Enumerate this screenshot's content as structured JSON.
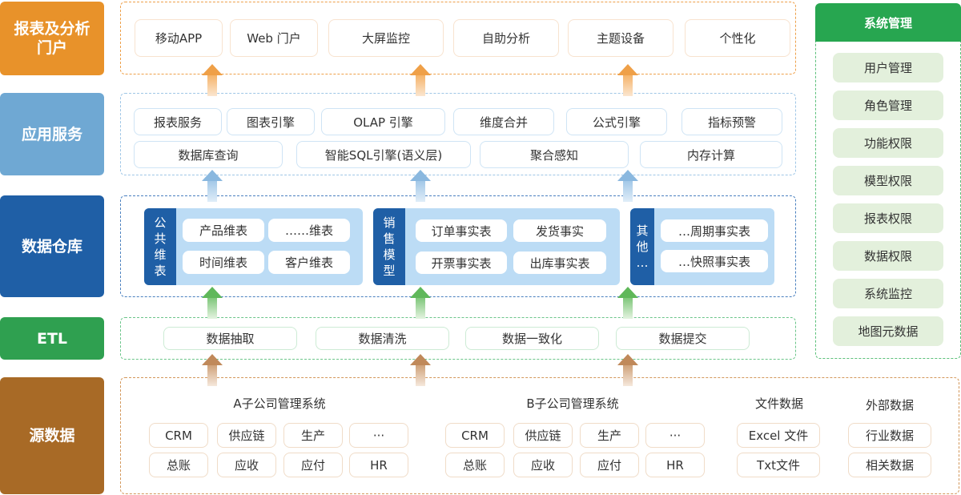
{
  "colors": {
    "portal": "#e8922a",
    "app_service": "#6fa8d3",
    "warehouse": "#1f5fa6",
    "etl": "#2fa050",
    "source": "#a86a26",
    "system_mgmt": "#27a650"
  },
  "layers": {
    "portal": {
      "label": "报表及分析门户",
      "items": [
        "移动APP",
        "Web 门户",
        "大屏监控",
        "自助分析",
        "主题设备",
        "个性化"
      ]
    },
    "app_service": {
      "label": "应用服务",
      "row1": [
        "报表服务",
        "图表引擎",
        "OLAP 引擎",
        "维度合并",
        "公式引擎",
        "指标预警"
      ],
      "row2": [
        "数据库查询",
        "智能SQL引擎(语义层)",
        "聚合感知",
        "内存计算"
      ]
    },
    "warehouse": {
      "label": "数据仓库",
      "groups": [
        {
          "tab": [
            "公",
            "共",
            "维",
            "表"
          ],
          "items": [
            "产品维表",
            "……维表",
            "时间维表",
            "客户维表"
          ]
        },
        {
          "tab": [
            "销",
            "售",
            "模",
            "型"
          ],
          "items": [
            "订单事实表",
            "发货事实",
            "开票事实表",
            "出库事实表"
          ]
        },
        {
          "tab": [
            "其",
            "他",
            "…"
          ],
          "items": [
            "…周期事实表",
            "…快照事实表"
          ]
        }
      ]
    },
    "etl": {
      "label": "ETL",
      "items": [
        "数据抽取",
        "数据清洗",
        "数据一致化",
        "数据提交"
      ]
    },
    "source": {
      "label": "源数据",
      "groups": [
        {
          "title": "A子公司管理系统",
          "items": [
            "CRM",
            "供应链",
            "生产",
            "···",
            "总账",
            "应收",
            "应付",
            "HR"
          ]
        },
        {
          "title": "B子公司管理系统",
          "items": [
            "CRM",
            "供应链",
            "生产",
            "···",
            "总账",
            "应收",
            "应付",
            "HR"
          ]
        },
        {
          "title": "文件数据",
          "items": [
            "Excel 文件",
            "Txt文件"
          ]
        },
        {
          "title": "外部数据",
          "items": [
            "行业数据",
            "相关数据"
          ]
        }
      ]
    }
  },
  "system_mgmt": {
    "title": "系统管理",
    "items": [
      "用户管理",
      "角色管理",
      "功能权限",
      "模型权限",
      "报表权限",
      "数据权限",
      "系统监控",
      "地图元数据"
    ]
  }
}
